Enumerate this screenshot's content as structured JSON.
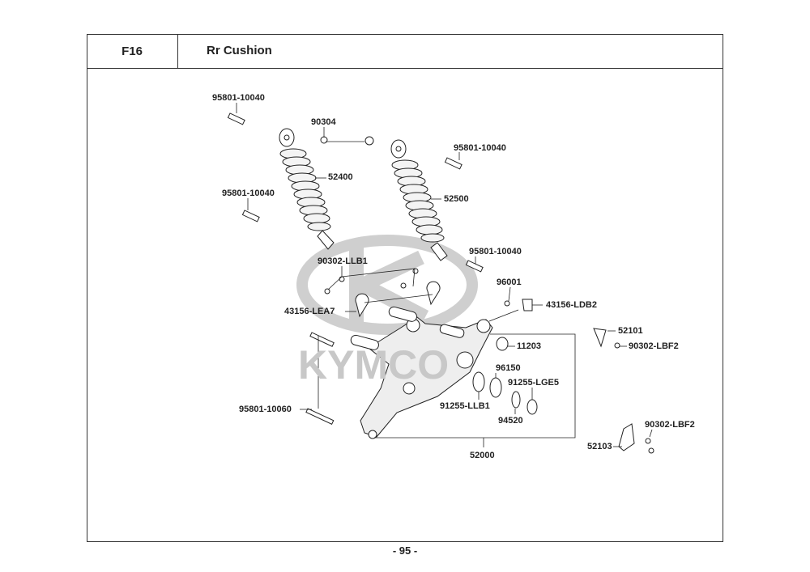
{
  "header": {
    "section_code": "F16",
    "section_title": "Rr Cushion"
  },
  "footer": {
    "page_number": "- 95 -"
  },
  "watermark": {
    "brand": "KYMCO"
  },
  "labels": [
    "95801-10040",
    "90304",
    "52400",
    "95801-10040",
    "95801-10040",
    "52500",
    "95801-10040",
    "90302-LLB1",
    "96001",
    "43156-LDB2",
    "43156-LEA7",
    "52101",
    "11203",
    "90302-LBF2",
    "96150",
    "91255-LGE5",
    "95801-10060",
    "91255-LLB1",
    "94520",
    "90302-LBF2",
    "52103",
    "52000"
  ],
  "colors": {
    "line": "#222222",
    "watermark": "#c8c8c8"
  }
}
